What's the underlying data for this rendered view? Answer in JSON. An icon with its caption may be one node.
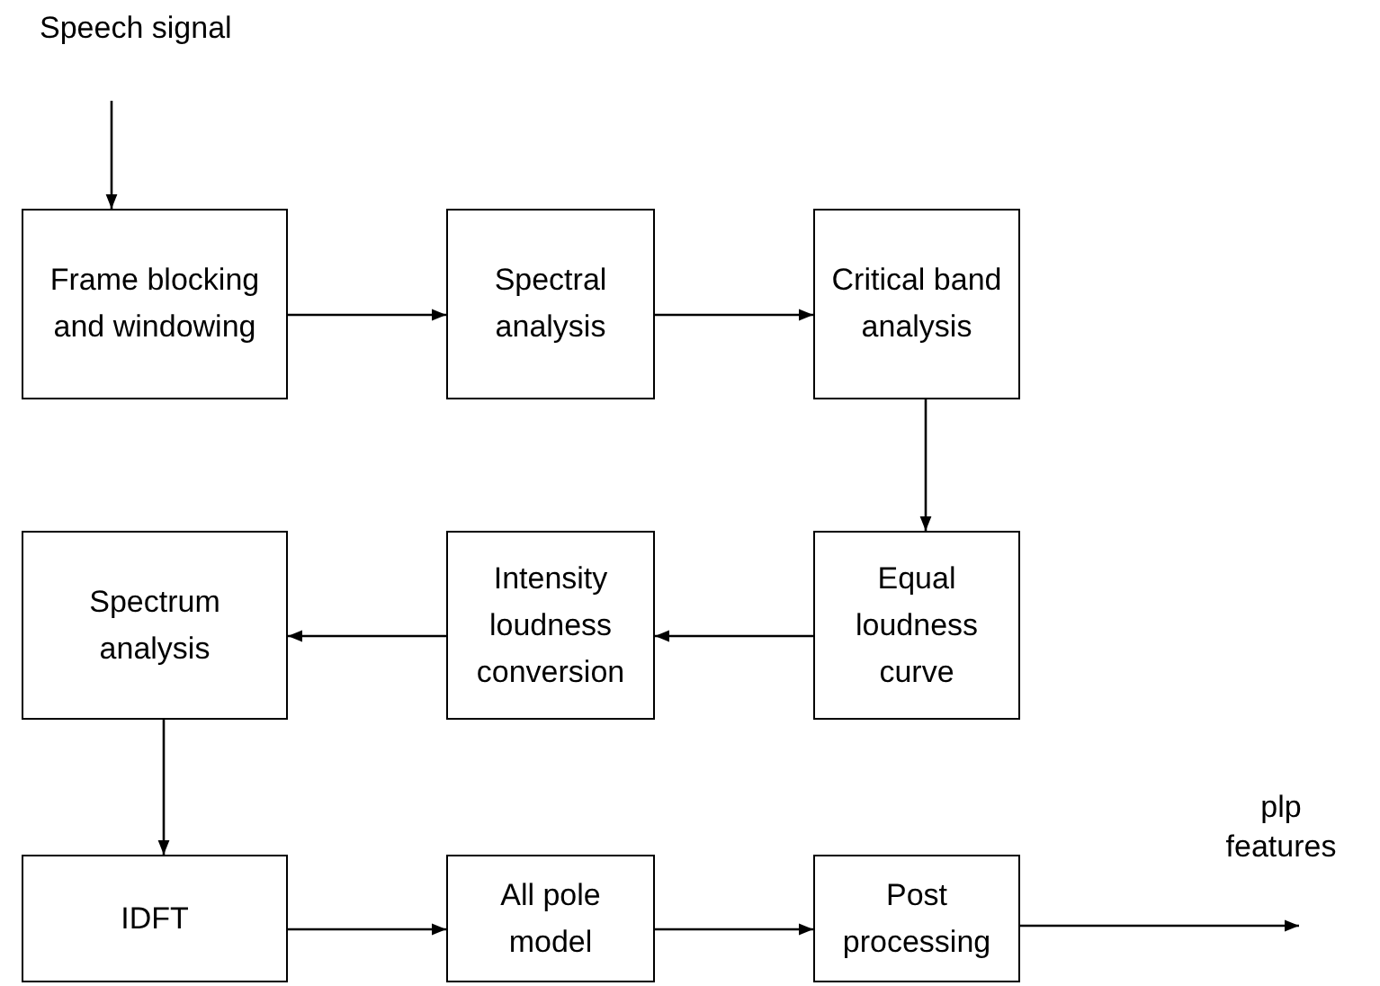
{
  "diagram": {
    "nodes": [
      {
        "text": [
          "Speech signal"
        ]
      },
      {
        "text": [
          "Frame blocking and windowing"
        ]
      },
      {
        "text": [
          "Spectral analysis"
        ]
      },
      {
        "text": [
          "Critical band analysis"
        ]
      },
      {
        "text": [
          "Spectrum analysis"
        ]
      },
      {
        "text": [
          "Intensity loudness conversion"
        ]
      },
      {
        "text": [
          "Equal loudness curve"
        ]
      },
      {
        "text": [
          "IDFT"
        ]
      },
      {
        "text": [
          "All pole model"
        ]
      },
      {
        "text": [
          "Post processing"
        ]
      }
    ],
    "edges": [
      {
        "from": 0,
        "to": 1,
        "arrow": "to"
      },
      {
        "from": 1,
        "to": 2,
        "arrow": "to"
      },
      {
        "from": 2,
        "to": 3,
        "arrow": "to"
      },
      {
        "from": 3,
        "to": 6,
        "arrow": "to"
      },
      {
        "from": 6,
        "to": 5,
        "arrow": "to"
      },
      {
        "from": 5,
        "to": 4,
        "arrow": "to"
      },
      {
        "from": 4,
        "to": 7,
        "arrow": "to"
      },
      {
        "from": 7,
        "to": 8,
        "arrow": "to"
      },
      {
        "from": 8,
        "to": 9,
        "arrow": "to"
      },
      {
        "from": 9,
        "to": null,
        "arrow": "to"
      }
    ],
    "labels": [
      "plp features"
    ]
  }
}
